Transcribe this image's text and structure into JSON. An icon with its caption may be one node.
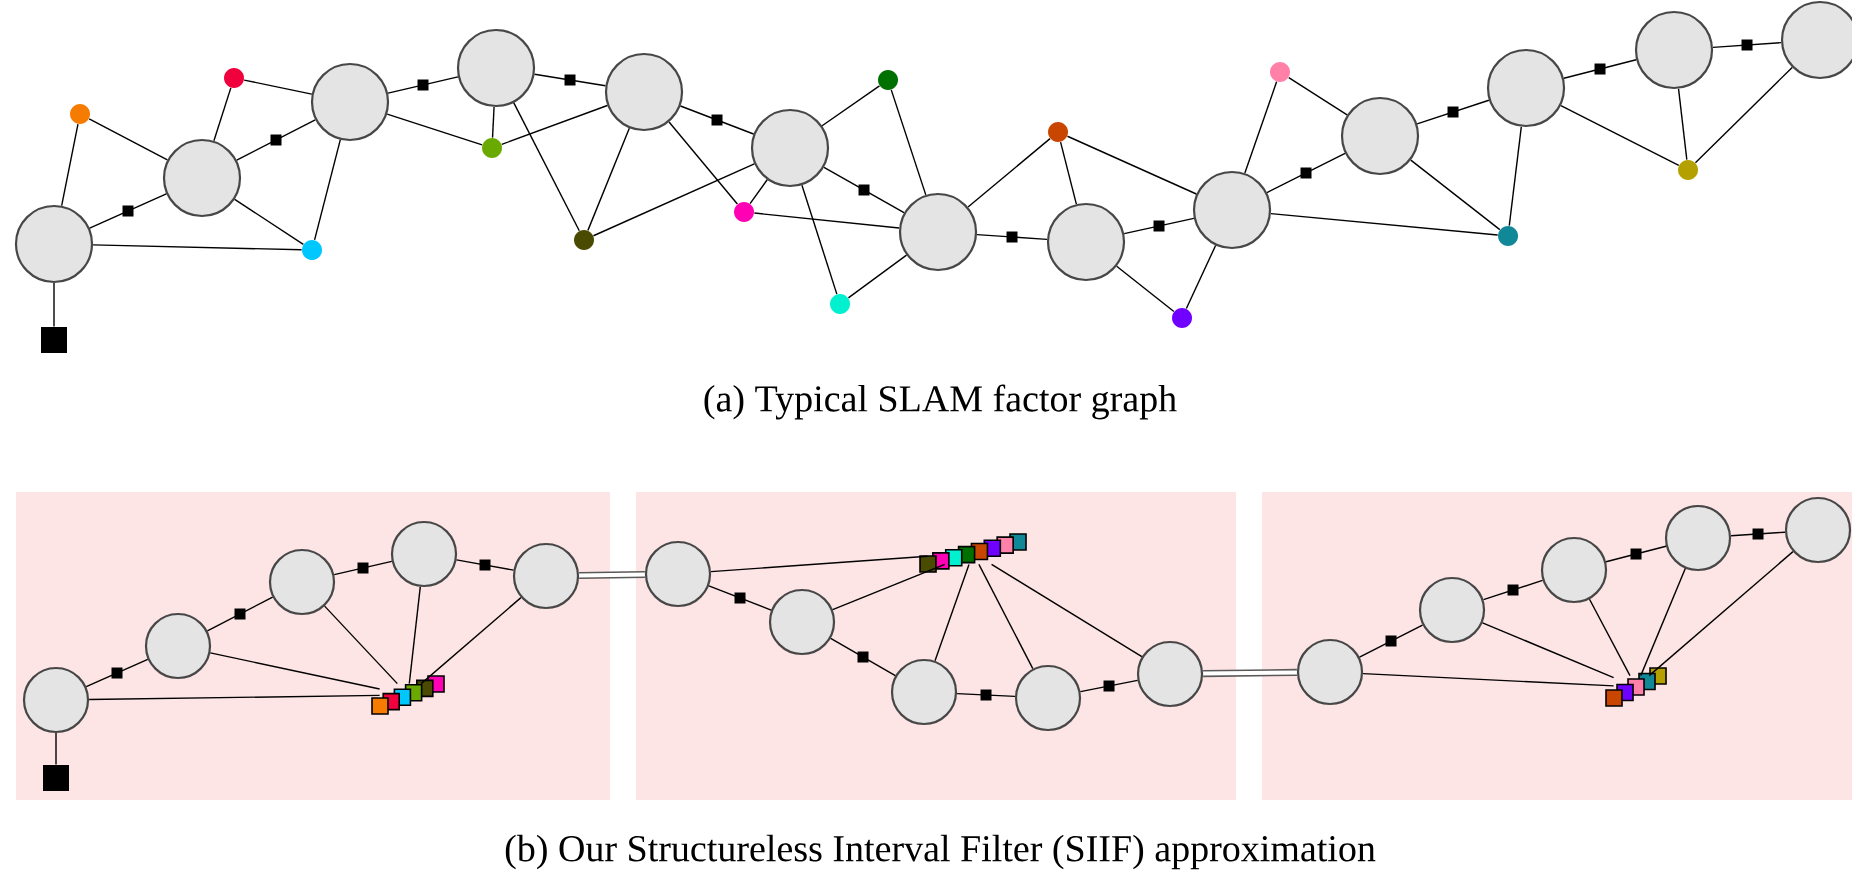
{
  "diagram": {
    "nodes": [
      {
        "text": [],
        "shape": "square"
      },
      {
        "text": [],
        "shape": "circle"
      },
      {
        "text": [],
        "shape": "circle"
      },
      {
        "text": [],
        "shape": "circle"
      },
      {
        "text": [],
        "shape": "circle"
      },
      {
        "text": [],
        "shape": "circle"
      },
      {
        "text": [],
        "shape": "circle"
      },
      {
        "text": [],
        "shape": "circle"
      },
      {
        "text": [],
        "shape": "circle"
      },
      {
        "text": [],
        "shape": "circle"
      },
      {
        "text": [],
        "shape": "circle"
      },
      {
        "text": [],
        "shape": "circle"
      },
      {
        "text": [],
        "shape": "circle"
      },
      {
        "text": [],
        "shape": "circle"
      },
      {
        "text": [],
        "shape": "dot"
      },
      {
        "text": [],
        "shape": "dot"
      },
      {
        "text": [],
        "shape": "dot"
      },
      {
        "text": [],
        "shape": "dot"
      },
      {
        "text": [],
        "shape": "dot"
      },
      {
        "text": [],
        "shape": "dot"
      },
      {
        "text": [],
        "shape": "dot"
      },
      {
        "text": [],
        "shape": "dot"
      },
      {
        "text": [],
        "shape": "dot"
      },
      {
        "text": [],
        "shape": "dot"
      },
      {
        "text": [],
        "shape": "dot"
      },
      {
        "text": [],
        "shape": "dot"
      },
      {
        "text": [],
        "shape": "dot"
      },
      {
        "text": [],
        "shape": "box"
      },
      {
        "text": [],
        "shape": "box"
      },
      {
        "text": [],
        "shape": "box"
      },
      {
        "text": [],
        "shape": "square",
        "in": 27
      },
      {
        "text": [],
        "shape": "circle",
        "in": 27
      },
      {
        "text": [],
        "shape": "circle",
        "in": 27
      },
      {
        "text": [],
        "shape": "circle",
        "in": 27
      },
      {
        "text": [],
        "shape": "circle",
        "in": 27
      },
      {
        "text": [],
        "shape": "circle",
        "in": 27
      },
      {
        "text": [],
        "shape": "squares",
        "in": 27
      },
      {
        "text": [],
        "shape": "circle",
        "in": 28
      },
      {
        "text": [],
        "shape": "circle",
        "in": 28
      },
      {
        "text": [],
        "shape": "circle",
        "in": 28
      },
      {
        "text": [],
        "shape": "circle",
        "in": 28
      },
      {
        "text": [],
        "shape": "circle",
        "in": 28
      },
      {
        "text": [],
        "shape": "squares",
        "in": 28
      },
      {
        "text": [],
        "shape": "circle",
        "in": 29
      },
      {
        "text": [],
        "shape": "circle",
        "in": 29
      },
      {
        "text": [],
        "shape": "circle",
        "in": 29
      },
      {
        "text": [],
        "shape": "circle",
        "in": 29
      },
      {
        "text": [],
        "shape": "circle",
        "in": 29
      },
      {
        "text": [],
        "shape": "squares",
        "in": 29
      }
    ],
    "edges": [
      {
        "from": 0,
        "to": 1,
        "arrow": "none"
      },
      {
        "from": 1,
        "to": 2,
        "arrow": "none"
      },
      {
        "from": 2,
        "to": 3,
        "arrow": "none"
      },
      {
        "from": 3,
        "to": 4,
        "arrow": "none"
      },
      {
        "from": 4,
        "to": 5,
        "arrow": "none"
      },
      {
        "from": 5,
        "to": 6,
        "arrow": "none"
      },
      {
        "from": 6,
        "to": 7,
        "arrow": "none"
      },
      {
        "from": 7,
        "to": 8,
        "arrow": "none"
      },
      {
        "from": 8,
        "to": 9,
        "arrow": "none"
      },
      {
        "from": 9,
        "to": 10,
        "arrow": "none"
      },
      {
        "from": 10,
        "to": 11,
        "arrow": "none"
      },
      {
        "from": 11,
        "to": 12,
        "arrow": "none"
      },
      {
        "from": 12,
        "to": 13,
        "arrow": "none"
      },
      {
        "from": 1,
        "to": 14,
        "arrow": "none"
      },
      {
        "from": 2,
        "to": 14,
        "arrow": "none"
      },
      {
        "from": 2,
        "to": 15,
        "arrow": "none"
      },
      {
        "from": 3,
        "to": 15,
        "arrow": "none"
      },
      {
        "from": 1,
        "to": 16,
        "arrow": "none"
      },
      {
        "from": 2,
        "to": 16,
        "arrow": "none"
      },
      {
        "from": 3,
        "to": 16,
        "arrow": "none"
      },
      {
        "from": 3,
        "to": 17,
        "arrow": "none"
      },
      {
        "from": 4,
        "to": 17,
        "arrow": "none"
      },
      {
        "from": 5,
        "to": 17,
        "arrow": "none"
      },
      {
        "from": 4,
        "to": 18,
        "arrow": "none"
      },
      {
        "from": 5,
        "to": 18,
        "arrow": "none"
      },
      {
        "from": 6,
        "to": 18,
        "arrow": "none"
      },
      {
        "from": 5,
        "to": 19,
        "arrow": "none"
      },
      {
        "from": 6,
        "to": 19,
        "arrow": "none"
      },
      {
        "from": 7,
        "to": 19,
        "arrow": "none"
      },
      {
        "from": 6,
        "to": 20,
        "arrow": "none"
      },
      {
        "from": 7,
        "to": 20,
        "arrow": "none"
      },
      {
        "from": 6,
        "to": 21,
        "arrow": "none"
      },
      {
        "from": 7,
        "to": 21,
        "arrow": "none"
      },
      {
        "from": 7,
        "to": 22,
        "arrow": "none"
      },
      {
        "from": 8,
        "to": 22,
        "arrow": "none"
      },
      {
        "from": 9,
        "to": 22,
        "arrow": "none"
      },
      {
        "from": 8,
        "to": 23,
        "arrow": "none"
      },
      {
        "from": 9,
        "to": 23,
        "arrow": "none"
      },
      {
        "from": 9,
        "to": 24,
        "arrow": "none"
      },
      {
        "from": 10,
        "to": 24,
        "arrow": "none"
      },
      {
        "from": 9,
        "to": 25,
        "arrow": "none"
      },
      {
        "from": 10,
        "to": 25,
        "arrow": "none"
      },
      {
        "from": 11,
        "to": 25,
        "arrow": "none"
      },
      {
        "from": 11,
        "to": 26,
        "arrow": "none"
      },
      {
        "from": 12,
        "to": 26,
        "arrow": "none"
      },
      {
        "from": 13,
        "to": 26,
        "arrow": "none"
      },
      {
        "from": 30,
        "to": 31,
        "arrow": "none"
      },
      {
        "from": 31,
        "to": 32,
        "arrow": "none"
      },
      {
        "from": 32,
        "to": 33,
        "arrow": "none"
      },
      {
        "from": 33,
        "to": 34,
        "arrow": "none"
      },
      {
        "from": 34,
        "to": 35,
        "arrow": "none"
      },
      {
        "from": 31,
        "to": 36,
        "arrow": "none"
      },
      {
        "from": 32,
        "to": 36,
        "arrow": "none"
      },
      {
        "from": 33,
        "to": 36,
        "arrow": "none"
      },
      {
        "from": 34,
        "to": 36,
        "arrow": "none"
      },
      {
        "from": 35,
        "to": 36,
        "arrow": "none"
      },
      {
        "from": 35,
        "to": 37,
        "arrow": "none",
        "style": "thick"
      },
      {
        "from": 37,
        "to": 38,
        "arrow": "none"
      },
      {
        "from": 38,
        "to": 39,
        "arrow": "none"
      },
      {
        "from": 39,
        "to": 40,
        "arrow": "none"
      },
      {
        "from": 40,
        "to": 41,
        "arrow": "none"
      },
      {
        "from": 37,
        "to": 42,
        "arrow": "none"
      },
      {
        "from": 38,
        "to": 42,
        "arrow": "none"
      },
      {
        "from": 39,
        "to": 42,
        "arrow": "none"
      },
      {
        "from": 40,
        "to": 42,
        "arrow": "none"
      },
      {
        "from": 41,
        "to": 42,
        "arrow": "none"
      },
      {
        "from": 41,
        "to": 43,
        "arrow": "none",
        "style": "thick"
      },
      {
        "from": 43,
        "to": 44,
        "arrow": "none"
      },
      {
        "from": 44,
        "to": 45,
        "arrow": "none"
      },
      {
        "from": 45,
        "to": 46,
        "arrow": "none"
      },
      {
        "from": 46,
        "to": 47,
        "arrow": "none"
      },
      {
        "from": 43,
        "to": 48,
        "arrow": "none"
      },
      {
        "from": 44,
        "to": 48,
        "arrow": "none"
      },
      {
        "from": 45,
        "to": 48,
        "arrow": "none"
      },
      {
        "from": 46,
        "to": 48,
        "arrow": "none"
      },
      {
        "from": 47,
        "to": 48,
        "arrow": "none"
      }
    ],
    "labels": [
      "(a) Typical SLAM factor graph",
      "(b) Our Structureless Interval Filter (SIIF) approximation"
    ]
  }
}
